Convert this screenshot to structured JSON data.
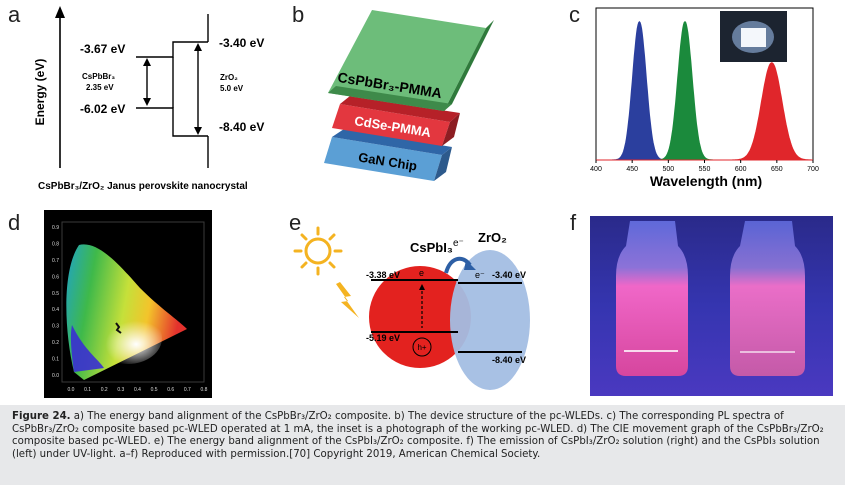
{
  "panels": {
    "a": {
      "label": "a",
      "y_axis": "Energy (eV)",
      "left_top": "-3.67 eV",
      "left_bottom": "-6.02 eV",
      "right_top": "-3.40 eV",
      "right_bottom": "-8.40 eV",
      "left_name": "CsPbBr₃",
      "left_gap": "2.35 eV",
      "right_name": "ZrO₂",
      "right_gap": "5.0 eV",
      "title": "CsPbBr₃/ZrO₂ Janus perovskite nanocrystal"
    },
    "b": {
      "label": "b",
      "layer_top": "CsPbBr₃-PMMA",
      "layer_mid": "CdSe-PMMA",
      "layer_bottom": "GaN Chip",
      "colors": {
        "top": "#6dbd7a",
        "mid": "#e3373f",
        "bottom": "#5b9fd5"
      }
    },
    "c": {
      "label": "c",
      "xlabel": "Wavelength (nm)",
      "ticks": [
        "400",
        "450",
        "500",
        "550",
        "600",
        "650",
        "700"
      ]
    },
    "d": {
      "label": "d",
      "y_ticks": [
        "0.9",
        "0.8",
        "0.7",
        "0.6",
        "0.5",
        "0.4",
        "0.3",
        "0.2",
        "0.1",
        "0.0"
      ],
      "x_ticks": [
        "0.0",
        "0.1",
        "0.2",
        "0.3",
        "0.4",
        "0.5",
        "0.6",
        "0.7",
        "0.8"
      ]
    },
    "e": {
      "label": "e",
      "left_name": "CsPbI₃",
      "right_name": "ZrO₂",
      "electron_top": "e⁻",
      "left_cb": "-3.38 eV",
      "left_vb": "-5.19 eV",
      "right_cb": "-3.40 eV",
      "right_vb": "-8.40 eV",
      "e_small": "e",
      "e_right": "e⁻",
      "hole": "h+"
    },
    "f": {
      "label": "f"
    }
  },
  "chart_data": {
    "type": "line",
    "xlabel": "Wavelength (nm)",
    "xlim": [
      400,
      700
    ],
    "series": [
      {
        "peak_nm": 460,
        "fwhm_nm": 22,
        "rel_height": 0.91,
        "color": "#2b3f9e"
      },
      {
        "peak_nm": 523,
        "fwhm_nm": 23,
        "rel_height": 0.91,
        "color": "#1b8a3c"
      },
      {
        "peak_nm": 643,
        "fwhm_nm": 33,
        "rel_height": 0.64,
        "color": "#e0262b"
      }
    ]
  },
  "caption": {
    "fig": "Figure 24.",
    "text": " a) The energy band alignment of the CsPbBr₃/ZrO₂ composite. b) The device structure of the pc-WLEDs. c) The corresponding PL spectra of CsPbBr₃/ZrO₂ composite based pc-WLED operated at 1 mA, the inset is a photograph of the working pc-WLED. d) The CIE movement graph of the CsPbBr₃/ZrO₂ composite based pc-WLED. e) The energy band alignment of the CsPbI₃/ZrO₂ composite. f) The emission of CsPbI₃/ZrO₂ solution (right) and the CsPbI₃ solution (left) under UV-light. a–f) Reproduced with permission.[70] Copyright 2019, American Chemical Society."
  }
}
